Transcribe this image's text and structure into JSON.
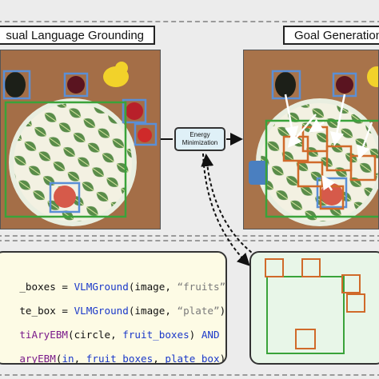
{
  "panels": {
    "grounding_title": "sual Language Grounding",
    "goal_title": "Goal Generation",
    "energy_line1": "Energy",
    "energy_line2": "Minimization"
  },
  "code": {
    "line1": {
      "a": "_boxes = ",
      "b": "VLMGround",
      "c": "(image, ",
      "d": "“fruits”",
      "e": ")"
    },
    "line2": {
      "a": "te_box = ",
      "b": "VLMGround",
      "c": "(image, ",
      "d": "“plate”",
      "e": ")"
    },
    "line3": {
      "a": "tiAryEBM",
      "b": "(circle, ",
      "c": "fruit_boxes",
      "d": ") ",
      "e": "AND"
    },
    "line4": {
      "a": "aryEBM",
      "b": "(",
      "c": "in",
      "d": ", ",
      "e": "fruit_boxes",
      "f": ", ",
      "g": "plate_box",
      "h": ")"
    }
  },
  "colors": {
    "detect_box": "#5a8fd6",
    "plate_box": "#3aa33a",
    "goal_box": "#d06a2a",
    "arrow": "#ffffff",
    "table": "#b07a4f"
  }
}
